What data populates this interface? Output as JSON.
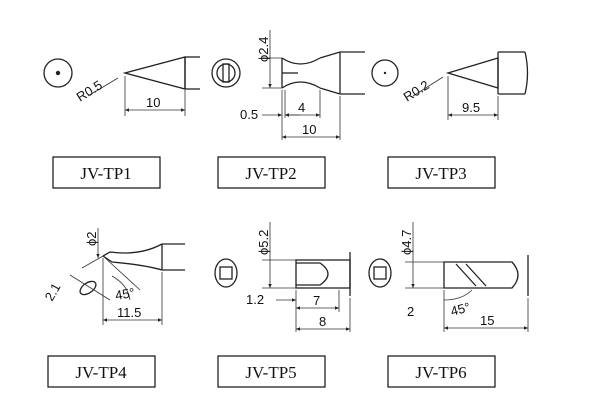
{
  "tips": [
    {
      "id": "tp1",
      "caption": "JV-TP1",
      "dims": [
        "R0.5",
        "10"
      ]
    },
    {
      "id": "tp2",
      "caption": "JV-TP2",
      "dims": [
        "ϕ2.4",
        "0.5",
        "4",
        "10"
      ]
    },
    {
      "id": "tp3",
      "caption": "JV-TP3",
      "dims": [
        "R0.2",
        "9.5"
      ]
    },
    {
      "id": "tp4",
      "caption": "JV-TP4",
      "dims": [
        "ϕ2",
        "2.1",
        "45°",
        "11.5"
      ]
    },
    {
      "id": "tp5",
      "caption": "JV-TP5",
      "dims": [
        "ϕ5.2",
        "1.2",
        "7",
        "8"
      ]
    },
    {
      "id": "tp6",
      "caption": "JV-TP6",
      "dims": [
        "ϕ4.7",
        "2",
        "45°",
        "15"
      ]
    }
  ]
}
